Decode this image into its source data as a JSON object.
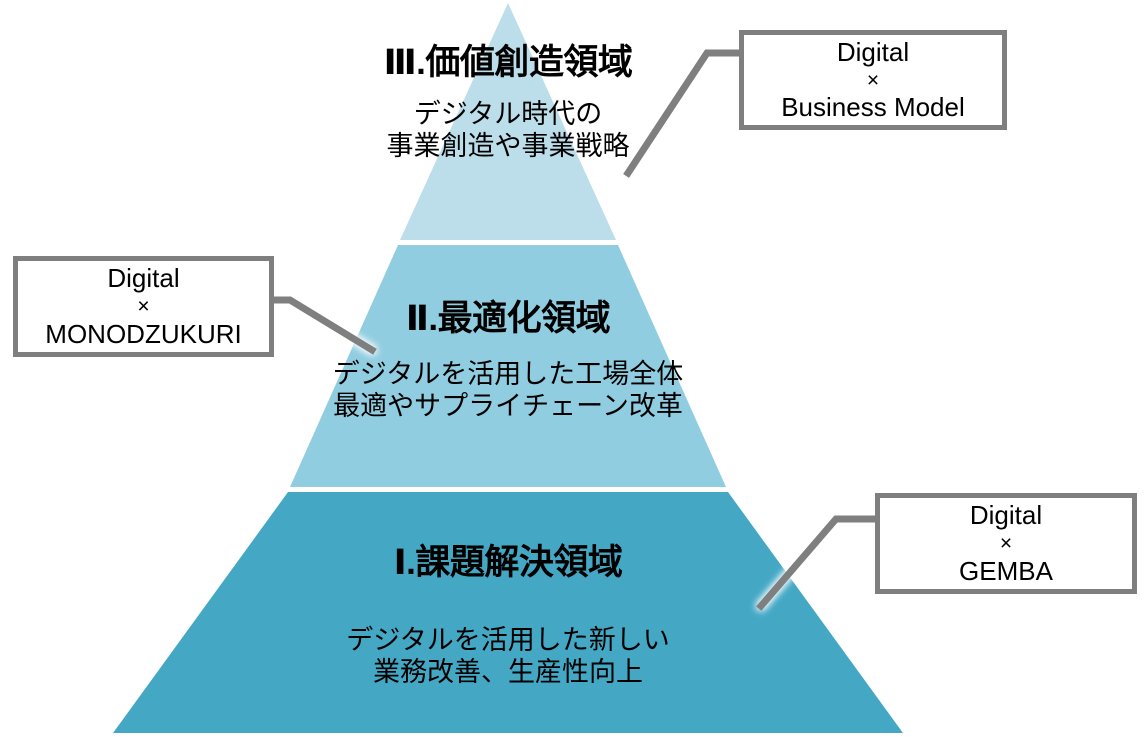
{
  "diagram": {
    "type": "three-tier-pyramid",
    "title_visible": false,
    "background_color": "#ffffff",
    "tiers": [
      {
        "id": "tier-3",
        "level": "III",
        "heading": "Ⅲ.価値創造領域",
        "description_line_1": "デジタル時代の",
        "description_line_2": "事業創造や事業戦略",
        "fill_color": "#bcdeea",
        "position": "top"
      },
      {
        "id": "tier-2",
        "level": "II",
        "heading": "Ⅱ.最適化領域",
        "description_line_1": "デジタルを活用した工場全体",
        "description_line_2": "最適やサプライチェーン改革",
        "fill_color": "#91cde0",
        "position": "middle"
      },
      {
        "id": "tier-1",
        "level": "I",
        "heading": "Ⅰ.課題解決領域",
        "description_line_1": "デジタルを活用した新しい",
        "description_line_2": "業務改善、生産性向上",
        "fill_color": "#44a8c5",
        "position": "bottom"
      }
    ],
    "callouts": [
      {
        "id": "callout-business-model",
        "line_1": "Digital",
        "line_2": "×",
        "line_3": "Business  Model",
        "border_color": "#7f7f7f",
        "connects_to": "tier-3"
      },
      {
        "id": "callout-monodzukuri",
        "line_1": "Digital",
        "line_2": "×",
        "line_3": "MONODZUKURI",
        "border_color": "#7f7f7f",
        "connects_to": "tier-2"
      },
      {
        "id": "callout-gemba",
        "line_1": "Digital",
        "line_2": "×",
        "line_3": "GEMBA",
        "border_color": "#7f7f7f",
        "connects_to": "tier-1"
      }
    ],
    "connector_color": "#7f7f7f"
  }
}
